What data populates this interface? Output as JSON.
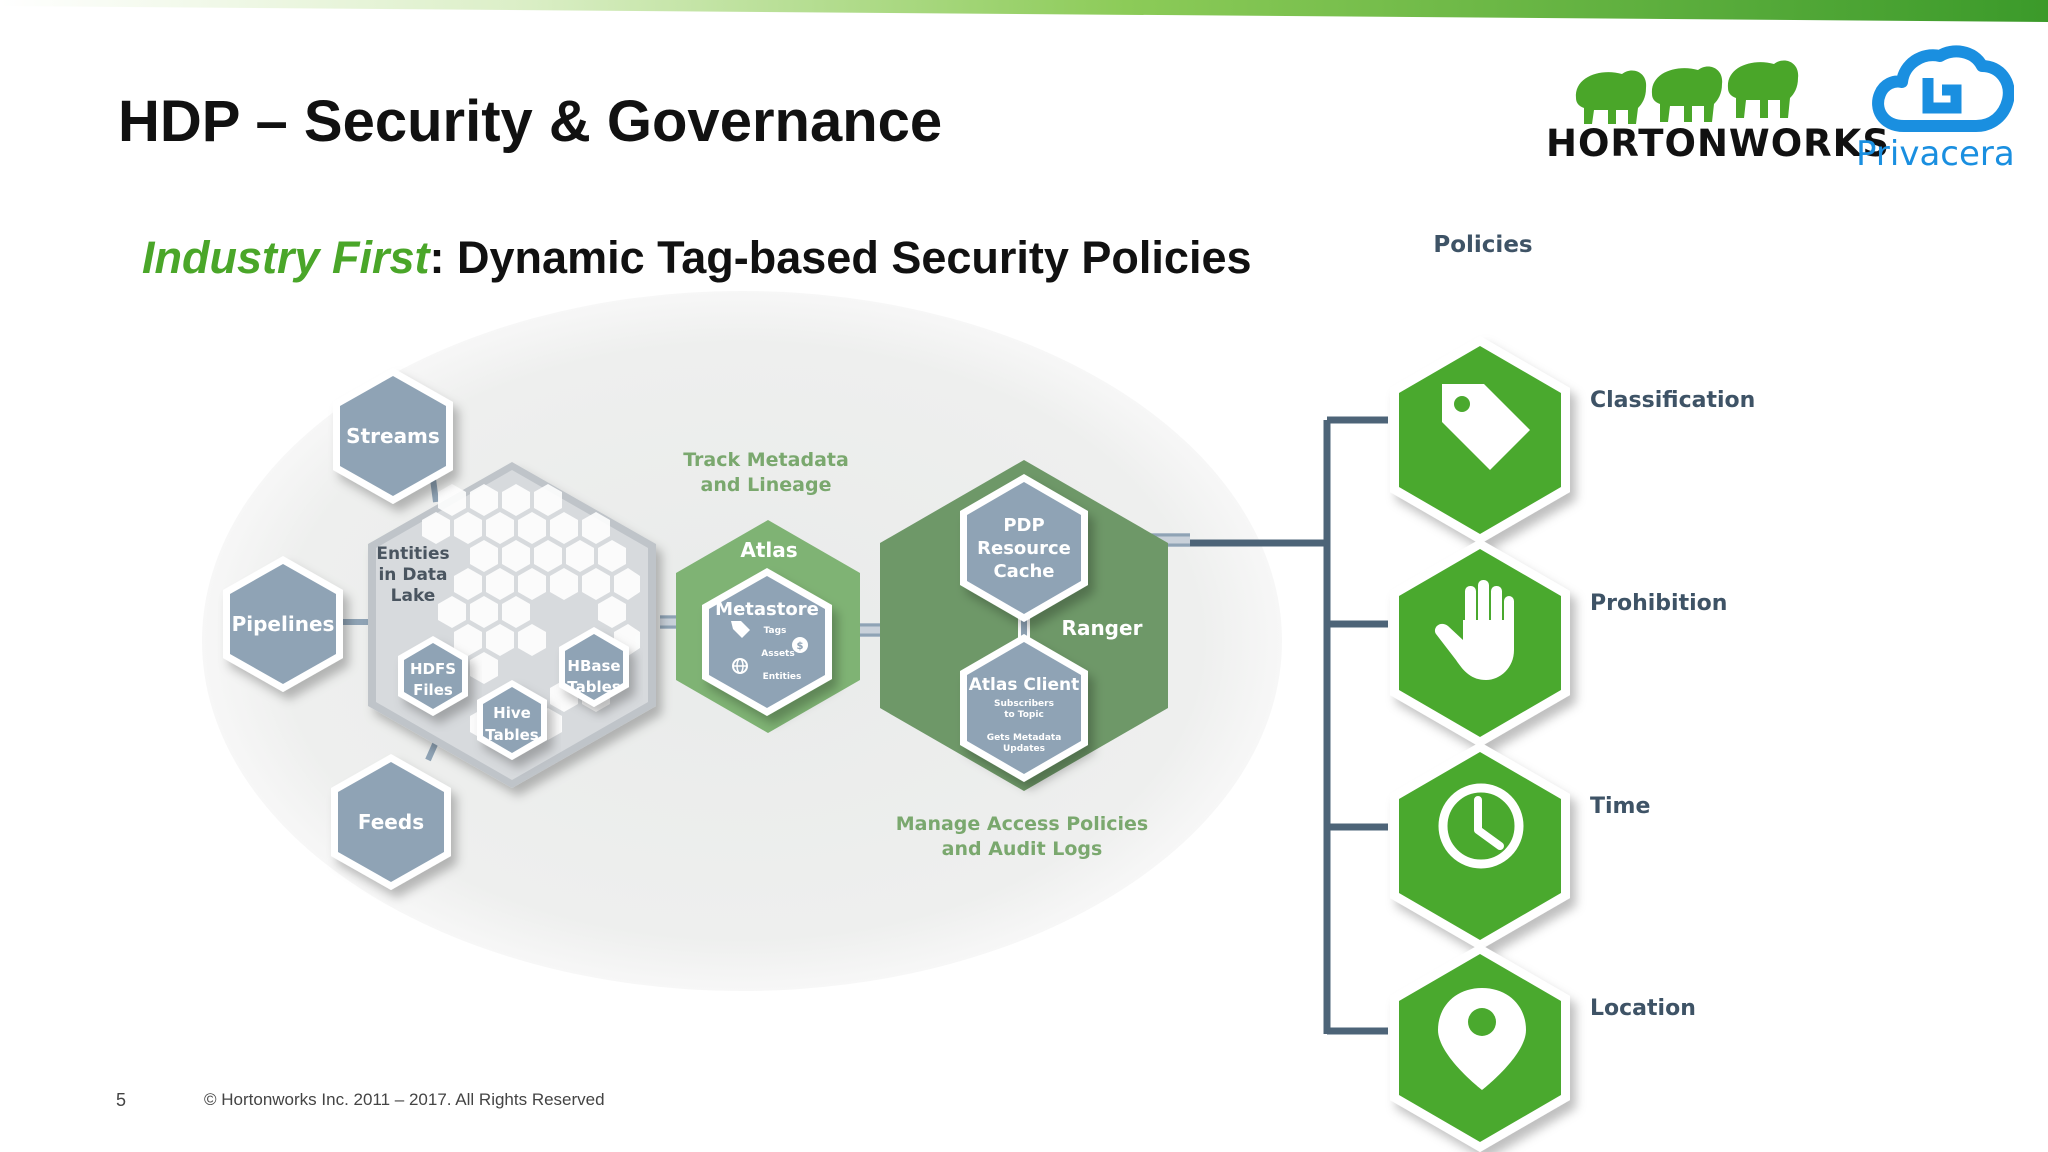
{
  "slide": {
    "title": "HDP – Security & Governance",
    "subtitle_emphasis": "Industry First",
    "subtitle_rest": ": Dynamic Tag-based Security Policies",
    "page_number": "5",
    "copyright": "© Hortonworks Inc. 2011 – 2017. All Rights Reserved"
  },
  "logos": {
    "hortonworks": "HORTONWORKS",
    "privacera": "Privacera"
  },
  "diagram": {
    "sources": {
      "streams": "Streams",
      "pipelines": "Pipelines",
      "feeds": "Feeds"
    },
    "data_lake": {
      "label_line1": "Entities",
      "label_line2": "in Data",
      "label_line3": "Lake",
      "hdfs_line1": "HDFS",
      "hdfs_line2": "Files",
      "hbase_line1": "HBase",
      "hbase_line2": "Tables",
      "hive_line1": "Hive",
      "hive_line2": "Tables"
    },
    "atlas": {
      "caption_line1": "Track Metadata",
      "caption_line2": "and Lineage",
      "label": "Atlas",
      "metastore": "Metastore",
      "tags": "Tags",
      "assets": "Assets",
      "entities": "Entities"
    },
    "ranger": {
      "label": "Ranger",
      "pdp_line1": "PDP",
      "pdp_line2": "Resource",
      "pdp_line3": "Cache",
      "atlas_client": "Atlas Client",
      "subscribers_line1": "Subscribers",
      "subscribers_line2": "to Topic",
      "gets_line1": "Gets Metadata",
      "gets_line2": "Updates",
      "caption_line1": "Manage Access Policies",
      "caption_line2": "and Audit Logs"
    },
    "policies": {
      "heading": "Policies",
      "items": [
        {
          "label": "Classification",
          "icon": "tag-icon"
        },
        {
          "label": "Prohibition",
          "icon": "hand-icon"
        },
        {
          "label": "Time",
          "icon": "clock-icon"
        },
        {
          "label": "Location",
          "icon": "location-pin-icon"
        }
      ]
    }
  },
  "colors": {
    "accent_green": "#4aa629",
    "policy_green": "#4aa92e",
    "gray_blue_hex": "#8fa3b5",
    "atlas_green": "#7fb374",
    "ranger_green": "#6e9868",
    "connector": "#4d6478",
    "label_dark": "#3e5366",
    "caption_green": "#7aa86e"
  }
}
